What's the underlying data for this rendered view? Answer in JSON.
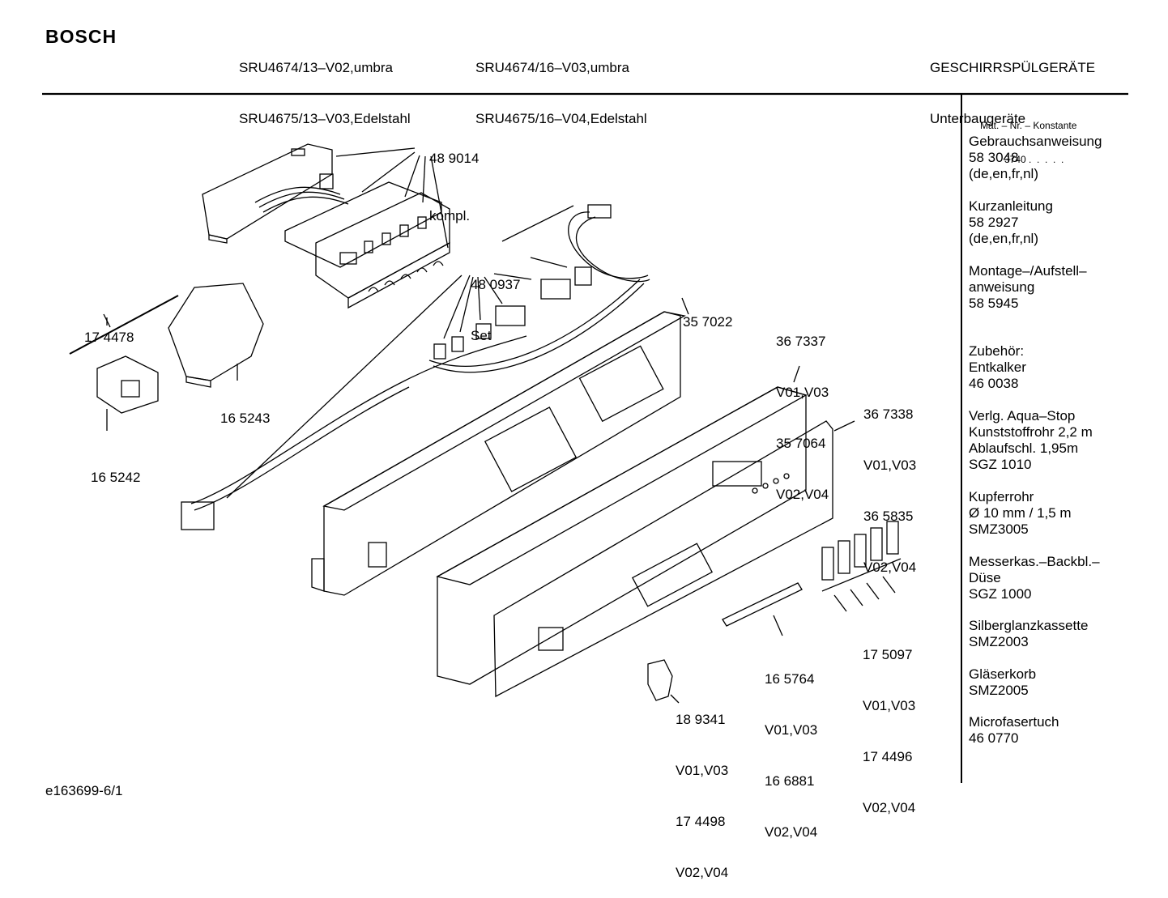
{
  "header": {
    "brand": "BOSCH",
    "models_col1": [
      "SRU4674/13–V02,umbra",
      "SRU4675/13–V03,Edelstahl"
    ],
    "models_col2": [
      "SRU4674/16–V03,umbra",
      "SRU4675/16–V04,Edelstahl"
    ],
    "category": [
      "GESCHIRRSPÜLGERÄTE",
      "Unterbaugeräte"
    ]
  },
  "diagram_labels": {
    "p489014": [
      "48 9014",
      "kompl."
    ],
    "p480937": [
      "48 0937",
      "Set"
    ],
    "p174478": [
      "17 4478"
    ],
    "p165243": [
      "16 5243"
    ],
    "p165242": [
      "16 5242"
    ],
    "p357022": [
      "35 7022"
    ],
    "p367337": [
      "36 7337",
      "V01,V03",
      "35 7064",
      "V02,V04"
    ],
    "p367338": [
      "36 7338",
      "V01,V03",
      "36 5835",
      "V02,V04"
    ],
    "p175097": [
      "17 5097",
      "V01,V03",
      "17 4496",
      "V02,V04"
    ],
    "p165764": [
      "16 5764",
      "V01,V03",
      "16 6881",
      "V02,V04"
    ],
    "p189341": [
      "18 9341",
      "V01,V03",
      "17 4498",
      "V02,V04"
    ]
  },
  "sidebar": {
    "mat_nr": [
      "Mat. – Nr. – Konstante",
      "3740 .  .  .  .  ."
    ],
    "entries": [
      [
        "Gebrauchsanweisung",
        "58 3048",
        "(de,en,fr,nl)"
      ],
      [
        "Kurzanleitung",
        "58 2927",
        "(de,en,fr,nl)"
      ],
      [
        "Montage–/Aufstell–",
        "anweisung",
        "58 5945"
      ],
      [
        "Zubehör:",
        "Entkalker",
        "46 0038"
      ],
      [
        "Verlg. Aqua–Stop",
        "Kunststoffrohr 2,2 m",
        "Ablaufschl. 1,95m",
        "SGZ 1010"
      ],
      [
        "Kupferrohr",
        "Ø 10 mm / 1,5 m",
        "SMZ3005"
      ],
      [
        "Messerkas.–Backbl.–",
        "Düse",
        "SGZ 1000"
      ],
      [
        "Silberglanzkassette",
        "SMZ2003"
      ],
      [
        "Gläserkorb",
        "SMZ2005"
      ],
      [
        "Microfasertuch",
        "46 0770"
      ]
    ]
  },
  "footer": {
    "code": "e163699-6/1"
  }
}
